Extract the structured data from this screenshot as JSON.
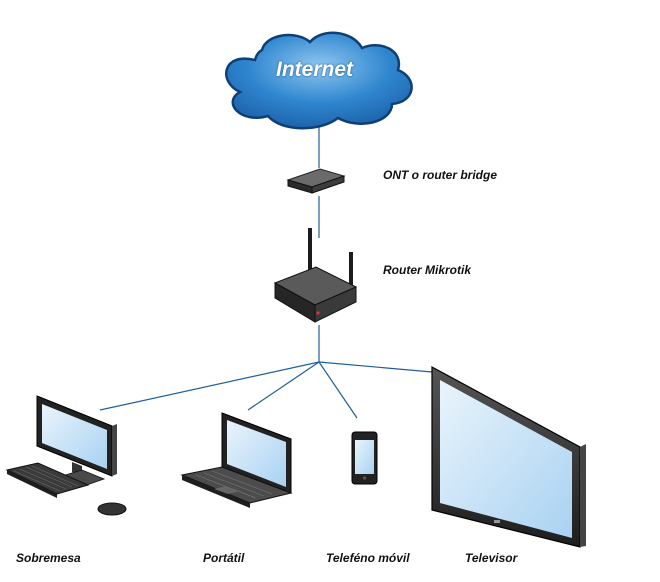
{
  "cloud": {
    "label": "Internet",
    "icon": "cloud-icon"
  },
  "nodes": {
    "ont": {
      "label": "ONT o router bridge",
      "icon": "ont-device-icon"
    },
    "router": {
      "label": "Router Mikrotik",
      "icon": "wifi-router-icon"
    }
  },
  "devices": [
    {
      "label": "Sobremesa",
      "icon": "desktop-computer-icon"
    },
    {
      "label": "Portátil",
      "icon": "laptop-icon"
    },
    {
      "label": "Teleféno móvil",
      "icon": "mobile-phone-icon"
    },
    {
      "label": "Televisor",
      "icon": "television-icon"
    }
  ],
  "colors": {
    "cloud_fill": "#2f86cf",
    "cloud_outline": "#0e3f75",
    "link": "#1f5e99",
    "screen": "#cfe6f7",
    "device_body": "#2e2e2e"
  }
}
